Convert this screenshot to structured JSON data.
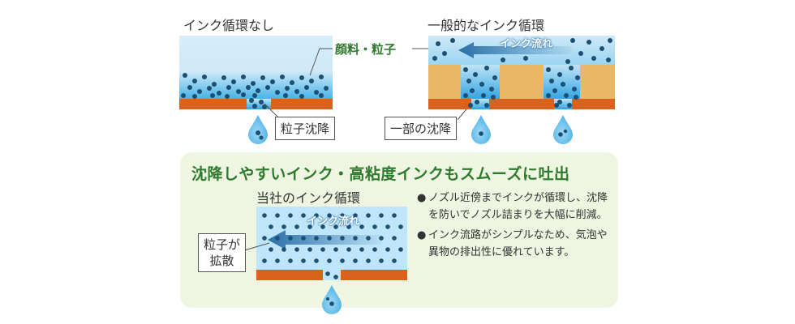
{
  "titles": {
    "no_circ": "インク循環なし",
    "general_circ": "一般的なインク循環",
    "our_circ": "当社のインク循環"
  },
  "labels": {
    "pigment": "顔料・粒子",
    "sedimentation": "粒子沈降",
    "partial_sedimentation": "一部の沈降",
    "ink_flow_1": "インク流れ",
    "ink_flow_2": "インク流れ",
    "diffusion_line1": "粒子が",
    "diffusion_line2": "拡散"
  },
  "headline": "沈降しやすいインク・高粘度インクもスムーズに吐出",
  "bullets": [
    {
      "mark": "●",
      "text": "ノズル近傍までインクが循環し、沈降を防いでノズル詰まりを大幅に削減。"
    },
    {
      "mark": "●",
      "text": "インク流路がシンプルなため、気泡や異物の排出性に優れています。"
    }
  ],
  "colors": {
    "ink_light": "#cfe9f8",
    "ink_mid": "#5bbbe8",
    "particle": "#1d4f73",
    "orange_plate": "#d9631e",
    "tan_block": "#e8b866",
    "arrow": "#2a6fa8",
    "headline_green": "#2e7a2e",
    "bg_green": "#eef5e0"
  }
}
